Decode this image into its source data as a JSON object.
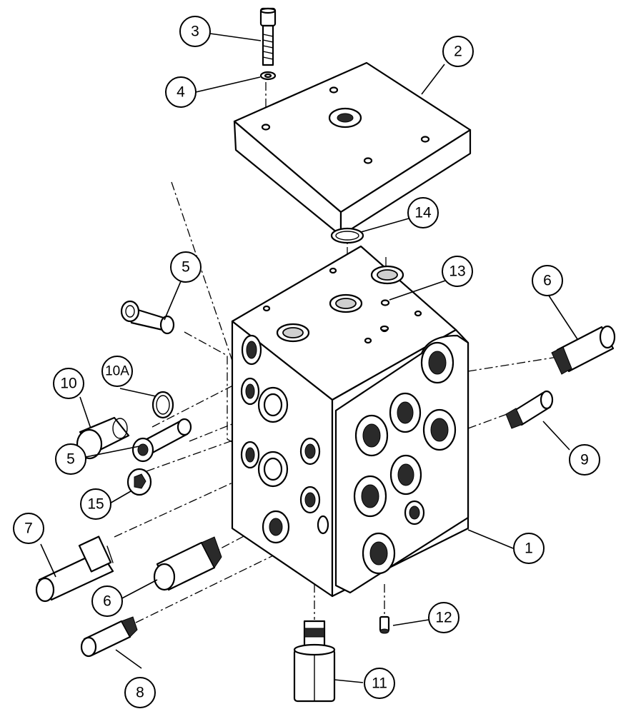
{
  "diagram": {
    "callouts": [
      {
        "id": "c1",
        "label": "1"
      },
      {
        "id": "c2",
        "label": "2"
      },
      {
        "id": "c3",
        "label": "3"
      },
      {
        "id": "c4",
        "label": "4"
      },
      {
        "id": "c5a",
        "label": "5"
      },
      {
        "id": "c5b",
        "label": "5"
      },
      {
        "id": "c6a",
        "label": "6"
      },
      {
        "id": "c6b",
        "label": "6"
      },
      {
        "id": "c7",
        "label": "7"
      },
      {
        "id": "c8",
        "label": "8"
      },
      {
        "id": "c9",
        "label": "9"
      },
      {
        "id": "c10",
        "label": "10"
      },
      {
        "id": "c10a",
        "label": "10A"
      },
      {
        "id": "c11",
        "label": "11"
      },
      {
        "id": "c12",
        "label": "12"
      },
      {
        "id": "c13",
        "label": "13"
      },
      {
        "id": "c14",
        "label": "14"
      },
      {
        "id": "c15",
        "label": "15"
      }
    ]
  }
}
